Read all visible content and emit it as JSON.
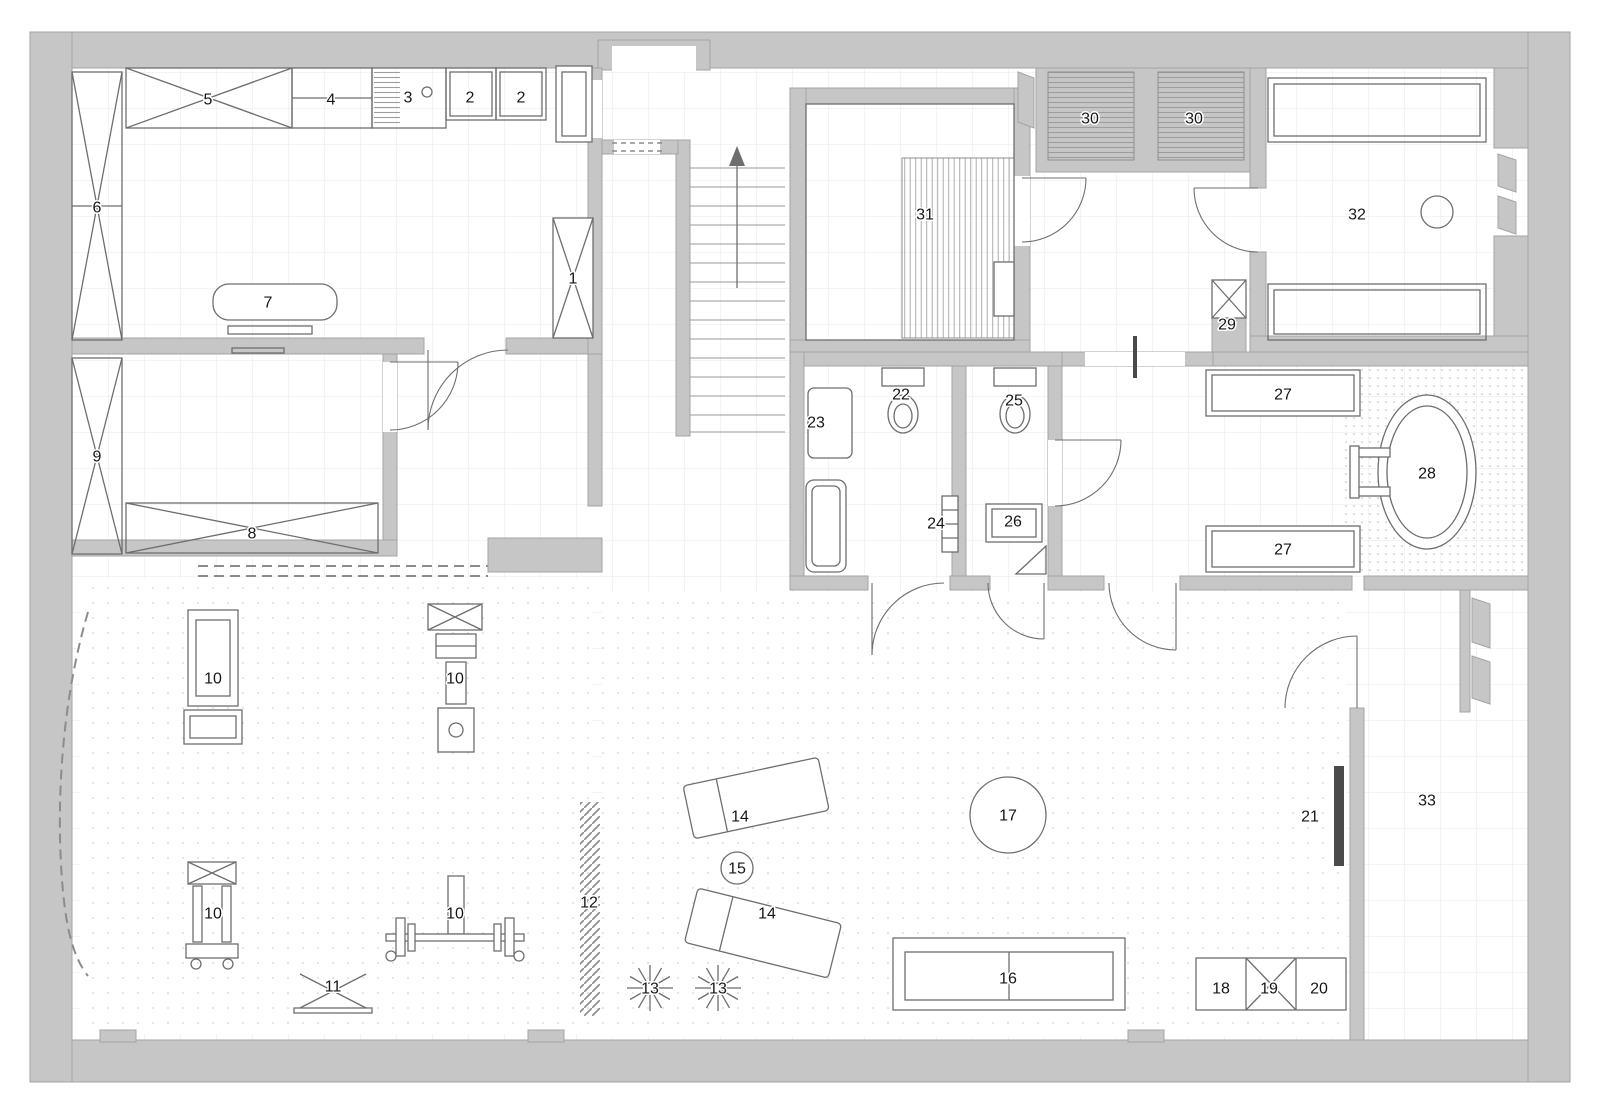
{
  "meta": {
    "type": "apartment-floor-plan"
  },
  "colors": {
    "wall": "#c6c6c6",
    "walledge": "#a4a4a4",
    "line": "#6e6e6e",
    "label": "#161616",
    "paper": "#ffffff",
    "dark": "#4a4a4a"
  },
  "labels": [
    {
      "text": "5",
      "item": "kitchen-wardrobe"
    },
    {
      "text": "4",
      "item": "kitchen-counter"
    },
    {
      "text": "3",
      "item": "stove"
    },
    {
      "text": "2",
      "item": "kitchen-cabinet-a"
    },
    {
      "text": "2",
      "item": "kitchen-cabinet-b"
    },
    {
      "text": "6",
      "item": "tall-wardrobe"
    },
    {
      "text": "7",
      "item": "kitchen-table"
    },
    {
      "text": "1",
      "item": "hall-cabinet"
    },
    {
      "text": "9",
      "item": "bedroom-wardrobe"
    },
    {
      "text": "8",
      "item": "bedroom-sideboard"
    },
    {
      "text": "31",
      "item": "steam-room"
    },
    {
      "text": "30",
      "item": "closet-a"
    },
    {
      "text": "30",
      "item": "closet-b"
    },
    {
      "text": "32",
      "item": "sauna"
    },
    {
      "text": "29",
      "item": "duct"
    },
    {
      "text": "22",
      "item": "toilet-a"
    },
    {
      "text": "23",
      "item": "wc-shelf"
    },
    {
      "text": "25",
      "item": "toilet-b"
    },
    {
      "text": "24",
      "item": "washbasin-a"
    },
    {
      "text": "26",
      "item": "washbasin-b"
    },
    {
      "text": "27",
      "item": "bath-cabinet-a"
    },
    {
      "text": "27",
      "item": "bath-cabinet-b"
    },
    {
      "text": "28",
      "item": "bathtub"
    },
    {
      "text": "10",
      "item": "gym-machine-a"
    },
    {
      "text": "10",
      "item": "gym-machine-b"
    },
    {
      "text": "10",
      "item": "gym-machine-c"
    },
    {
      "text": "10",
      "item": "gym-barbell"
    },
    {
      "text": "11",
      "item": "gym-bench"
    },
    {
      "text": "12",
      "item": "partition"
    },
    {
      "text": "13",
      "item": "plant-a"
    },
    {
      "text": "13",
      "item": "plant-b"
    },
    {
      "text": "14",
      "item": "lounger-a"
    },
    {
      "text": "15",
      "item": "side-table"
    },
    {
      "text": "14",
      "item": "lounger-b"
    },
    {
      "text": "16",
      "item": "sofa"
    },
    {
      "text": "17",
      "item": "round-chair"
    },
    {
      "text": "18",
      "item": "media-cabinet-a"
    },
    {
      "text": "19",
      "item": "media-cabinet-b"
    },
    {
      "text": "20",
      "item": "media-cabinet-c"
    },
    {
      "text": "21",
      "item": "fireplace"
    },
    {
      "text": "33",
      "item": "corner-room"
    }
  ]
}
